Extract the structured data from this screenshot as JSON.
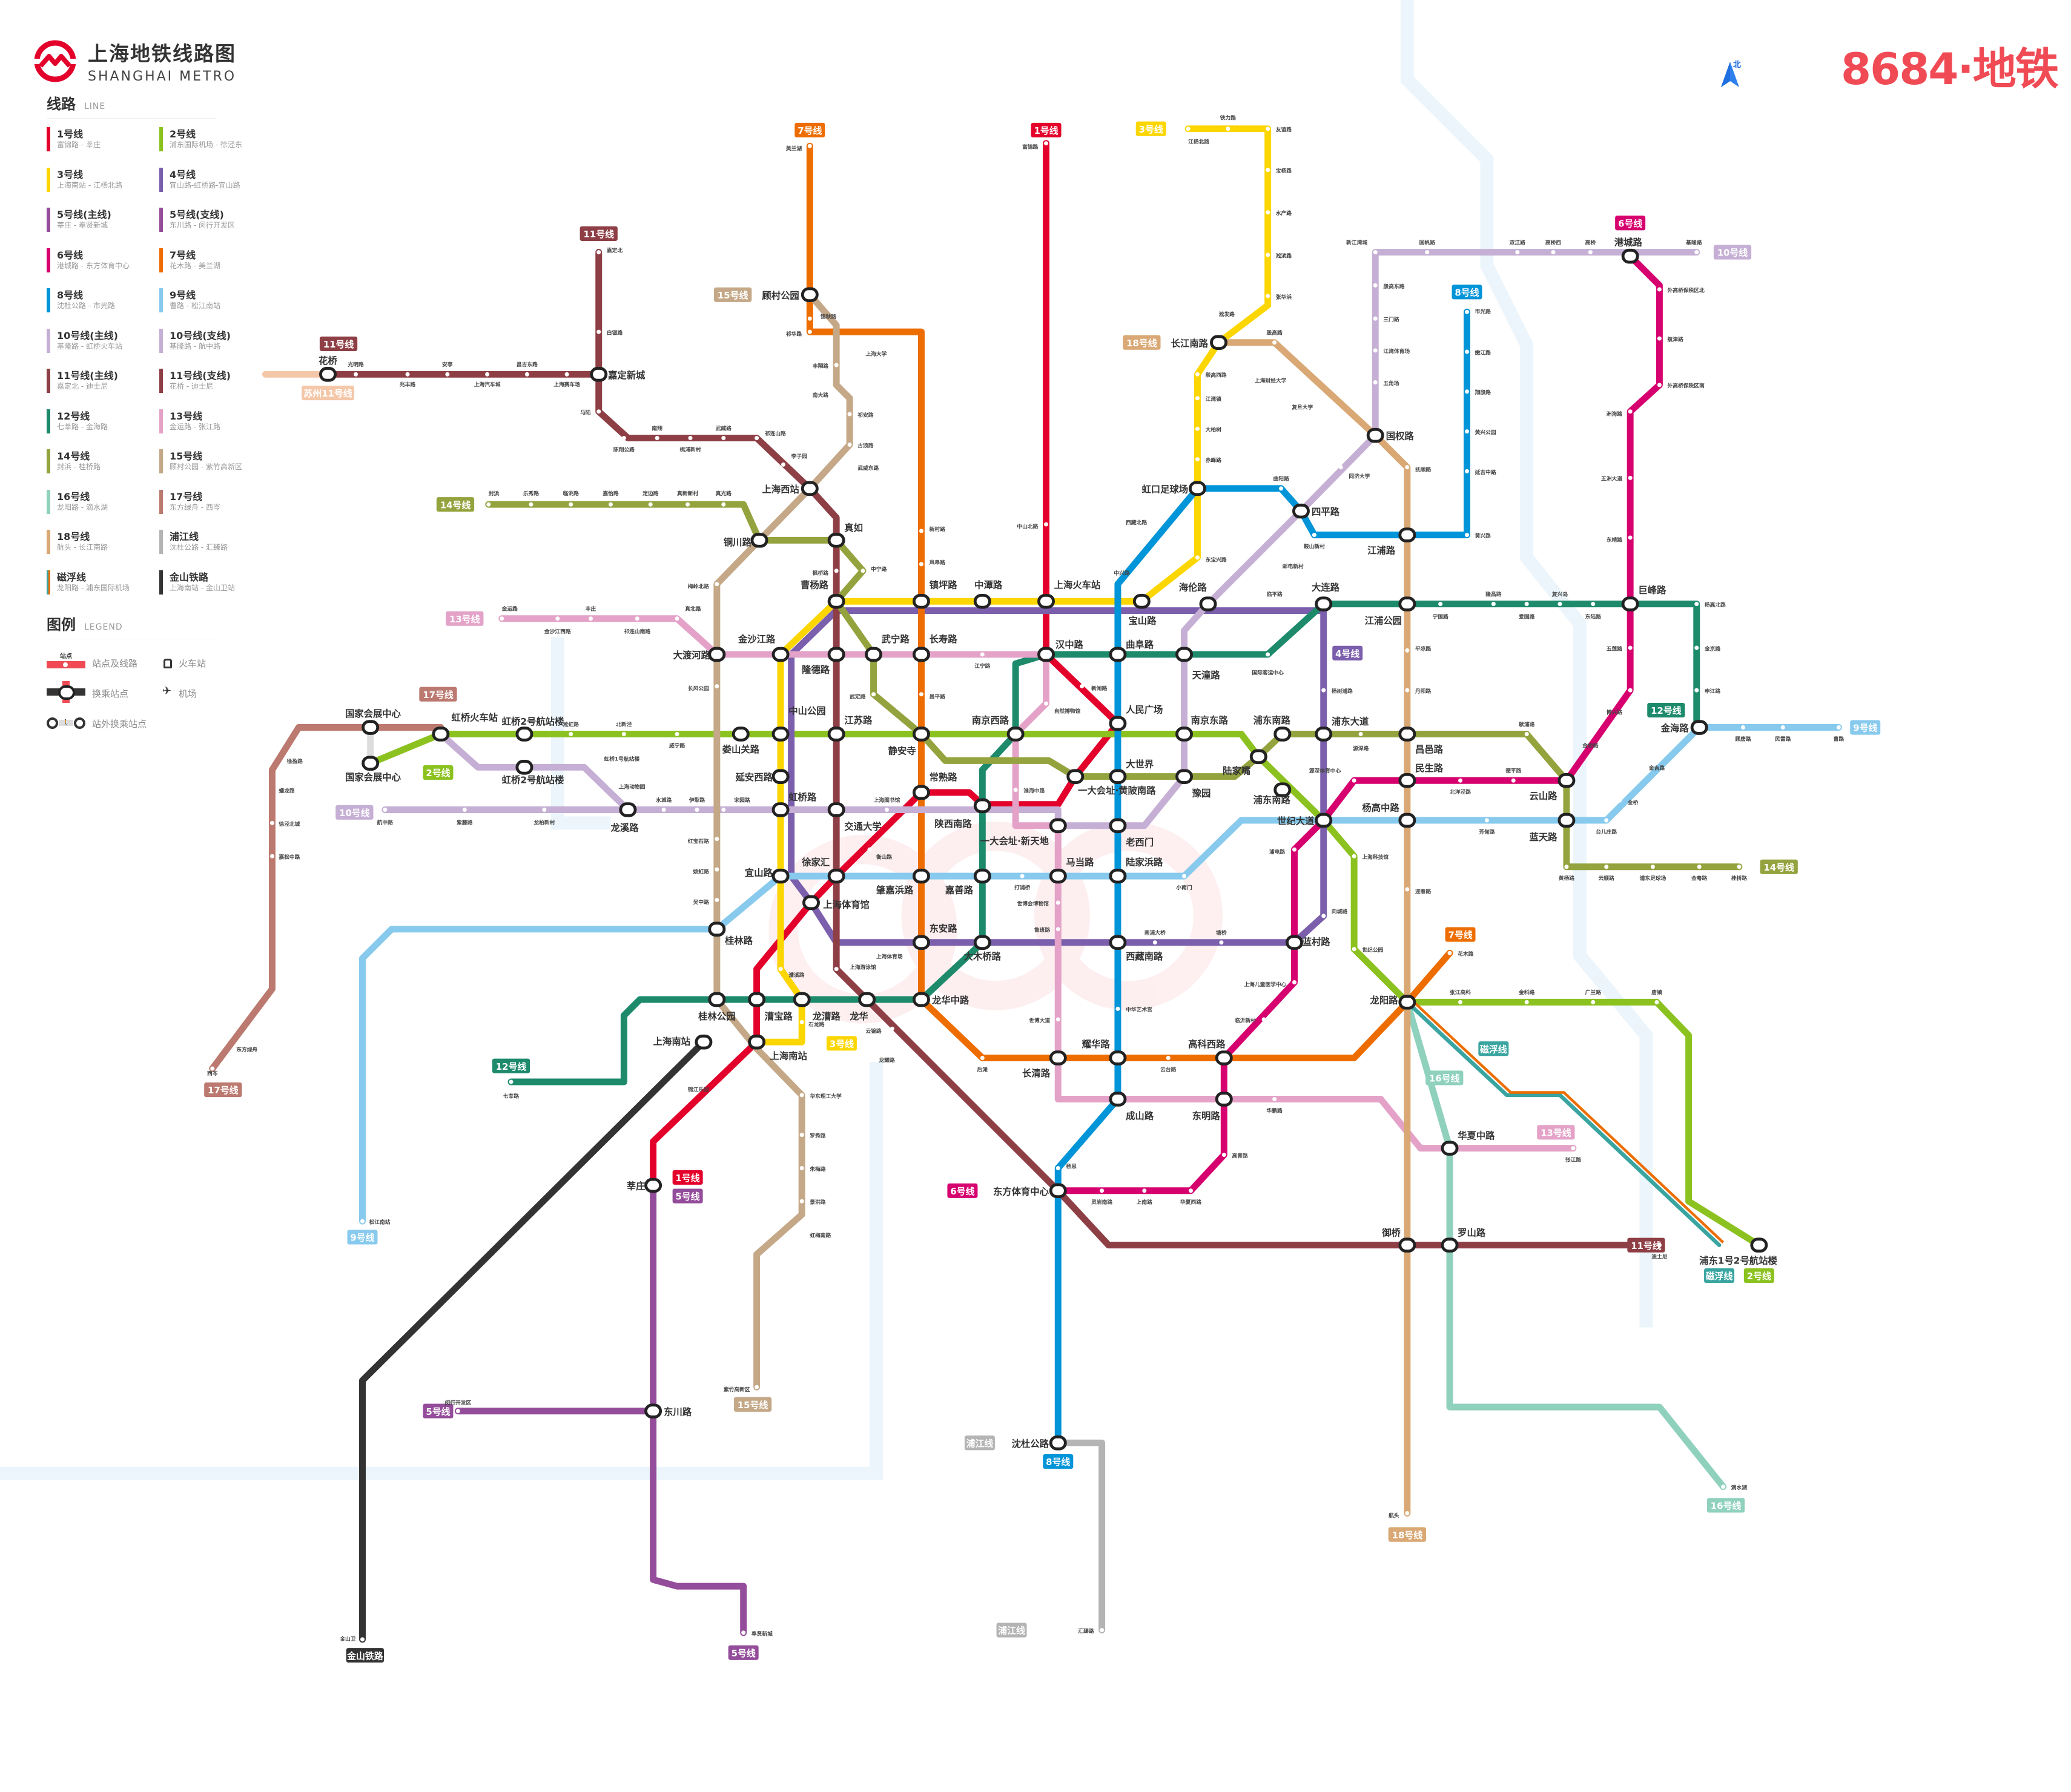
{
  "header": {
    "title": "上海地铁线路图",
    "subtitle": "SHANGHAI METRO",
    "brand": "8684·地铁",
    "north": "北"
  },
  "legend": {
    "lines_heading": "线路",
    "lines_heading_en": "LINE",
    "lines": [
      {
        "name": "1号线",
        "route": "富锦路 - 莘庄",
        "color": "#e3002b"
      },
      {
        "name": "2号线",
        "route": "浦东国际机场 - 徐泾东",
        "color": "#8cc220"
      },
      {
        "name": "3号线",
        "route": "上海南站 - 江杨北路",
        "color": "#fcd600"
      },
      {
        "name": "4号线",
        "route": "宜山路-虹桥路-宜山路",
        "color": "#7b5fac"
      },
      {
        "name": "5号线(主线)",
        "route": "莘庄 - 奉贤新城",
        "color": "#944d9a"
      },
      {
        "name": "5号线(支线)",
        "route": "东川路 - 闵行开发区",
        "color": "#944d9a"
      },
      {
        "name": "6号线",
        "route": "港城路 - 东方体育中心",
        "color": "#d6006f"
      },
      {
        "name": "7号线",
        "route": "花木路 - 美兰湖",
        "color": "#ed6d00"
      },
      {
        "name": "8号线",
        "route": "沈杜公路 - 市光路",
        "color": "#0094d8"
      },
      {
        "name": "9号线",
        "route": "曹路 - 松江南站",
        "color": "#87caed"
      },
      {
        "name": "10号线(主线)",
        "route": "基隆路 - 虹桥火车站",
        "color": "#c6afd4"
      },
      {
        "name": "10号线(支线)",
        "route": "基隆路 - 航中路",
        "color": "#c6afd4"
      },
      {
        "name": "11号线(主线)",
        "route": "嘉定北 - 迪士尼",
        "color": "#8e3f45"
      },
      {
        "name": "11号线(支线)",
        "route": "花桥 - 迪士尼",
        "color": "#8e3f45"
      },
      {
        "name": "12号线",
        "route": "七莘路 - 金海路",
        "color": "#1d8a6b"
      },
      {
        "name": "13号线",
        "route": "金运路 - 张江路",
        "color": "#e4a2c8"
      },
      {
        "name": "14号线",
        "route": "封浜 - 桂桥路",
        "color": "#95a33f"
      },
      {
        "name": "15号线",
        "route": "顾村公园 - 紫竹高新区",
        "color": "#c4a887"
      },
      {
        "name": "16号线",
        "route": "龙阳路 - 滴水湖",
        "color": "#8fd1bd"
      },
      {
        "name": "17号线",
        "route": "东方绿舟 - 西岑",
        "color": "#bc7970"
      },
      {
        "name": "18号线",
        "route": "航头 - 长江南路",
        "color": "#d9a874"
      },
      {
        "name": "浦江线",
        "route": "沈杜公路 - 汇臻路",
        "color": "#b4b4b4"
      },
      {
        "name": "磁浮线",
        "route": "龙阳路 - 浦东国际机场",
        "color": "#3aa5a0"
      },
      {
        "name": "金山铁路",
        "route": "上海南站 - 金山卫站",
        "color": "#333333"
      }
    ],
    "symbols_heading": "图例",
    "symbols_heading_en": "LEGEND",
    "station_caption": "站点",
    "symbols": {
      "station": "站点及线路",
      "interchange": "换乘站点",
      "walk_interchange": "站外换乘站点",
      "railway": "火车站",
      "airport": "机场"
    }
  },
  "line_colors": {
    "1": "#e3002b",
    "2": "#8cc220",
    "3": "#fcd600",
    "4": "#7b5fac",
    "5": "#944d9a",
    "6": "#d6006f",
    "7": "#ed6d00",
    "8": "#0094d8",
    "9": "#87caed",
    "10": "#c6afd4",
    "11": "#8e3f45",
    "12": "#1d8a6b",
    "13": "#e4a2c8",
    "14": "#95a33f",
    "15": "#c4a887",
    "16": "#8fd1bd",
    "17": "#bc7970",
    "18": "#d9a874",
    "pj": "#b4b4b4",
    "js": "#333333",
    "mg": "#3aa5a0",
    "sz11": "#f4c7a8"
  },
  "badges": [
    "11号线",
    "11号线",
    "苏州11号线",
    "7号线",
    "1号线",
    "3号线",
    "6号线",
    "10号线",
    "8号线",
    "15号线",
    "18号线",
    "14号线",
    "13号线",
    "17号线",
    "2号线",
    "10号线",
    "12号线",
    "17号线",
    "9号线",
    "1号线",
    "5号线",
    "3号线",
    "6号线",
    "4号线",
    "12号线",
    "9号线",
    "14号线",
    "7号线",
    "16号线",
    "磁浮线",
    "13号线",
    "11号线",
    "磁浮线",
    "2号线",
    "5号线",
    "15号线",
    "8号线",
    "浦江线",
    "浦江线",
    "16号线",
    "18号线",
    "5号线",
    "金山铁路"
  ],
  "stations": [
    "人民广场",
    "南京西路",
    "南京东路",
    "陆家嘴",
    "静安寺",
    "江苏路",
    "中山公园",
    "娄山关路",
    "曹杨路",
    "镇坪路",
    "中潭路",
    "上海火车站",
    "宝山路",
    "海伦路",
    "大连路",
    "江浦公园",
    "巨峰路",
    "汉中路",
    "曲阜路",
    "天潼路",
    "金沙江路",
    "隆德路",
    "武宁路",
    "长寿路",
    "大渡河路",
    "铜川路",
    "真如",
    "上海西站",
    "大世界",
    "豫园",
    "一大会址·黄陂南路",
    "常熟路",
    "陕西南路",
    "延安西路",
    "虹桥路",
    "交通大学",
    "龙溪路",
    "一大会址·新天地",
    "老西门",
    "宜山路",
    "徐家汇",
    "肇嘉浜路",
    "嘉善路",
    "马当路",
    "陆家浜路",
    "上海体育馆",
    "桂林路",
    "东安路",
    "大木桥路",
    "西藏南路",
    "蓝村路",
    "桂林公园",
    "漕宝路",
    "龙漕路",
    "龙华",
    "龙华中路",
    "上海南站",
    "长清路",
    "耀华路",
    "高科西路",
    "成山路",
    "东明路",
    "东方体育中心",
    "世纪大道",
    "浦东大道",
    "昌邑路",
    "民生路",
    "杨高中路",
    "云山路",
    "蓝天路",
    "金海路",
    "龙阳路",
    "华夏中路",
    "罗山路",
    "御桥",
    "浦东1号2号航站楼",
    "虹口足球场",
    "四平路",
    "江浦路",
    "国权路",
    "长江南路",
    "港城路",
    "嘉定新城",
    "花桥",
    "顾村公园",
    "虹桥火车站",
    "虹桥2号航站楼",
    "虹桥2号航站楼",
    "莘庄",
    "东川路",
    "沈杜公路",
    "国家会展中心",
    "国家会展中心",
    "上海南站",
    "浦东南路",
    "浦东南路",
    "富锦路",
    "江杨北路",
    "美兰湖",
    "嘉定北",
    "市光路",
    "基隆路",
    "新江湾城",
    "七莘路",
    "金运路",
    "封浜",
    "桂桥路",
    "紫竹高新区",
    "滴水湖",
    "东方绿舟",
    "西岑",
    "航头",
    "汇臻路",
    "金山卫",
    "松江南站",
    "曹路",
    "迪士尼",
    "闵行开发区",
    "奉贤新城",
    "航中路",
    "花木路",
    "张江路",
    "新闸路",
    "自然博物馆",
    "淮海中路",
    "上海图书馆",
    "衡山路",
    "打浦桥",
    "世博会博物馆",
    "上海体育场",
    "上海游泳馆",
    "漕溪路",
    "石龙路",
    "小南门",
    "南浦大桥",
    "塘桥",
    "浦电路",
    "上海科技馆",
    "世纪公园",
    "张江高科",
    "金科路",
    "广兰路",
    "唐镇",
    "中山北路",
    "西藏北路",
    "东宝兴路",
    "中兴路",
    "临平路",
    "国际客运中心",
    "宁国路",
    "隆昌路",
    "爱国路",
    "复兴岛",
    "东陆路",
    "杨高北路",
    "金京路",
    "申江路",
    "顾唐路",
    "民雷路",
    "金吉路",
    "金桥",
    "台儿庄路",
    "芳甸路",
    "北洋泾路",
    "德平路",
    "源深体育中心",
    "源深路",
    "歇浦路",
    "黄杨路",
    "云顺路",
    "浦东足球场",
    "金粤路",
    "向城路",
    "上海儿童医学中心",
    "临沂新村",
    "迎春路",
    "平凉路",
    "丹阳路",
    "杨树浦路",
    "五莲路",
    "博兴路",
    "金桥路",
    "梅岭北路",
    "长风公园",
    "红宝石路",
    "姚虹路",
    "吴中路",
    "枫桥路",
    "中宁路",
    "武定路",
    "昌平路",
    "江宁路",
    "新村路",
    "岚皋路",
    "淞虹路",
    "北新泾",
    "威宁路",
    "虹桥1号航站楼",
    "上海动物园",
    "水城路",
    "伊犁路",
    "宋园路",
    "紫藤路",
    "龙柏新村",
    "光明路",
    "兆丰路",
    "安亭",
    "上海汽车城",
    "昌吉东路",
    "上海赛车场",
    "白银路",
    "马陆",
    "南翔",
    "陈翔公路",
    "武威路",
    "桃浦新村",
    "祁连山路",
    "李子园",
    "武威东路",
    "乐秀路",
    "临洮路",
    "嘉怡路",
    "定边路",
    "真新新村",
    "真光路",
    "金沙江西路",
    "丰庄",
    "祁连山南路",
    "真北路",
    "锦江乐园",
    "华东理工大学",
    "罗秀路",
    "朱梅路",
    "景洪路",
    "虹梅南路",
    "云锦路",
    "龙耀路",
    "后滩",
    "云台路",
    "杨思",
    "灵岩南路",
    "上南路",
    "华夏西路",
    "高青路",
    "华鹏路",
    "中华艺术宫",
    "世博大道",
    "鲁班路",
    "铁力路",
    "友谊路",
    "宝杨路",
    "水产路",
    "淞滨路",
    "张华浜",
    "淞发路",
    "殷高西路",
    "江湾镇",
    "大柏树",
    "赤峰路",
    "殷高路",
    "上海财经大学",
    "复旦大学",
    "抚顺路",
    "同济大学",
    "曲阳路",
    "鞍山新村",
    "邮电新村",
    "殷高东路",
    "三门路",
    "江湾体育场",
    "五角场",
    "嫩江路",
    "翔殷路",
    "黄兴公园",
    "延吉中路",
    "黄兴路",
    "国帆路",
    "双江路",
    "高桥西",
    "高桥",
    "外高桥保税区北",
    "航津路",
    "外高桥保税区南",
    "洲海路",
    "五洲大道",
    "东靖路",
    "锦秋路",
    "祁华路",
    "丰翔路",
    "南大路",
    "祁安路",
    "古浪路",
    "上海大学",
    "徐盈路",
    "蟠龙路",
    "徐泾北城",
    "嘉松中路"
  ]
}
